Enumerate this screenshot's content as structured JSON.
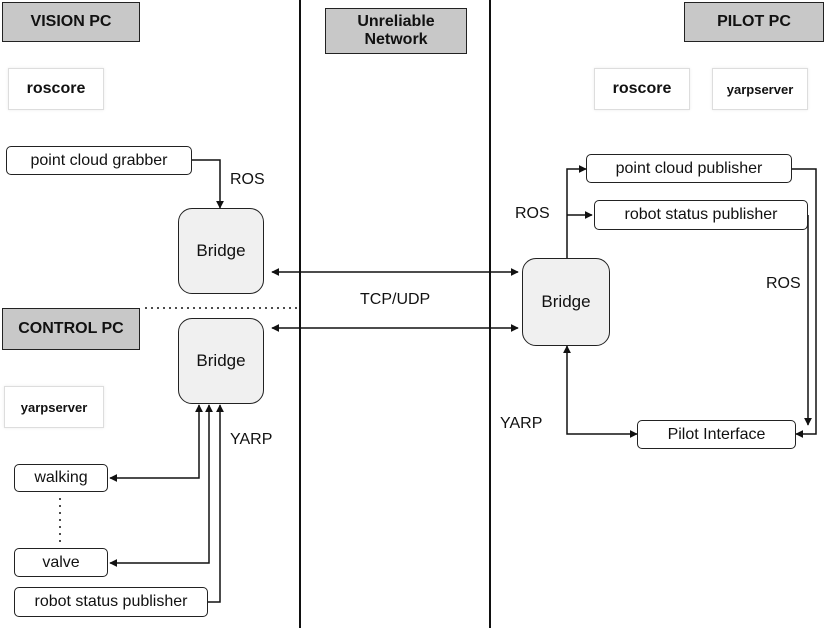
{
  "headers": {
    "vision_pc": "VISION PC",
    "unreliable_network": "Unreliable Network",
    "pilot_pc": "PILOT PC",
    "control_pc": "CONTROL PC"
  },
  "services": {
    "vision_roscore": "roscore",
    "pilot_roscore": "roscore",
    "pilot_yarpserver": "yarpserver",
    "control_yarpserver": "yarpserver"
  },
  "nodes": {
    "point_cloud_grabber": "point cloud grabber",
    "vision_bridge": "Bridge",
    "control_bridge": "Bridge",
    "pilot_bridge": "Bridge",
    "point_cloud_publisher": "point cloud  publisher",
    "pilot_robot_status_publisher": "robot status publisher",
    "pilot_interface": "Pilot Interface",
    "walking": "walking",
    "valve": "valve",
    "control_robot_status_publisher": "robot status publisher"
  },
  "labels": {
    "ros_vision": "ROS",
    "ros_pilot_left": "ROS",
    "ros_pilot_right": "ROS",
    "tcp_udp": "TCP/UDP",
    "yarp_control": "YARP",
    "yarp_pilot": "YARP"
  }
}
